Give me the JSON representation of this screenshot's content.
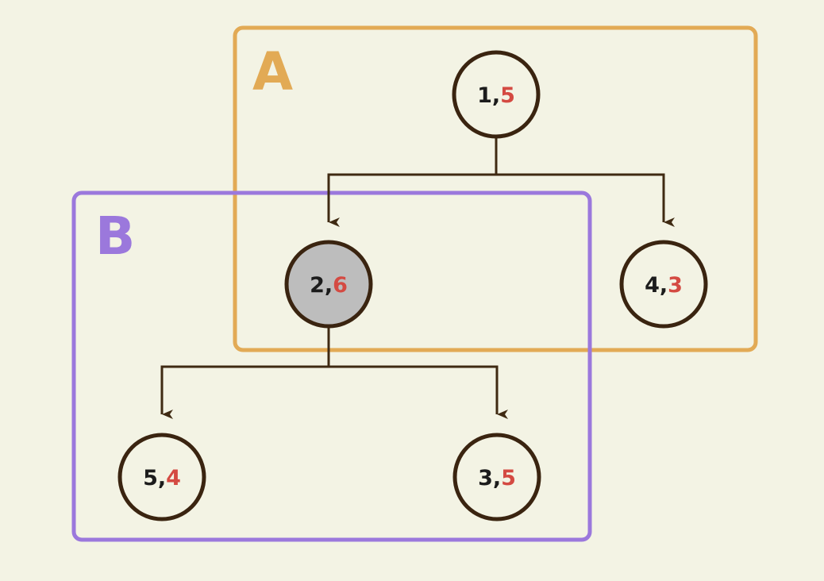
{
  "colors": {
    "background": "#f3f3e4",
    "group_a": "#e2aa55",
    "group_b": "#9b78dc",
    "edge": "#3f2a12",
    "node_stroke": "#3a2410",
    "node_fill": "#f3f3e4",
    "node_fill_highlight": "#bdbdbd",
    "first_number": "#1c1c1c",
    "second_number": "#d44a42"
  },
  "groups": {
    "a": {
      "label": "A"
    },
    "b": {
      "label": "B"
    }
  },
  "nodes": {
    "n1": {
      "first": "1",
      "sep": ",",
      "second": "5",
      "highlighted": false
    },
    "n2": {
      "first": "2",
      "sep": ",",
      "second": "6",
      "highlighted": true
    },
    "n4": {
      "first": "4",
      "sep": ",",
      "second": "3",
      "highlighted": false
    },
    "n5": {
      "first": "5",
      "sep": ",",
      "second": "4",
      "highlighted": false
    },
    "n3": {
      "first": "3",
      "sep": ",",
      "second": "5",
      "highlighted": false
    }
  },
  "edges": [
    {
      "from": "1,5",
      "to": "2,6"
    },
    {
      "from": "1,5",
      "to": "4,3"
    },
    {
      "from": "2,6",
      "to": "5,4"
    },
    {
      "from": "2,6",
      "to": "3,5"
    }
  ]
}
